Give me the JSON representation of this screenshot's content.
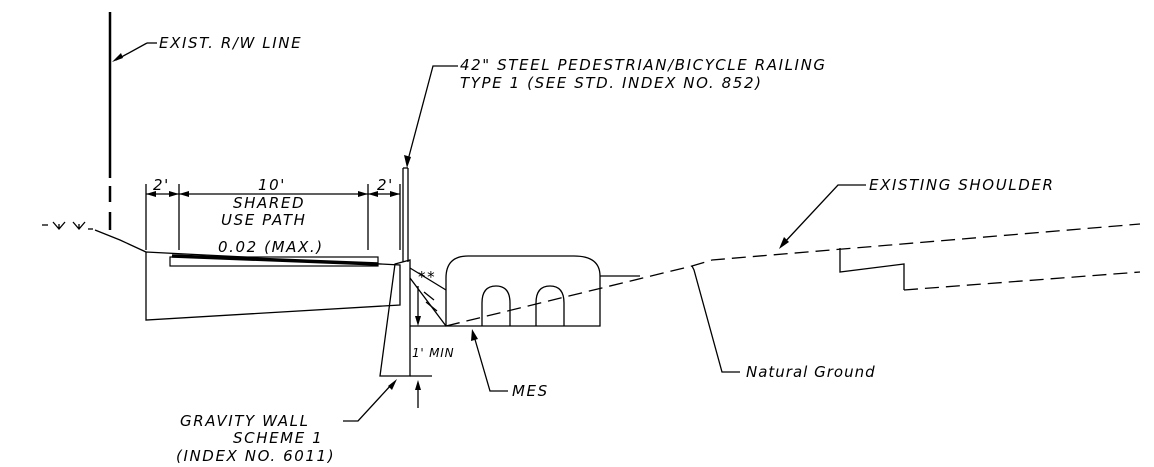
{
  "labels": {
    "exist_rw_line": "EXIST. R/W LINE",
    "railing_line1": "42\" STEEL PEDESTRIAN/BICYCLE RAILING",
    "railing_line2": "TYPE 1 (SEE STD. INDEX NO. 852)",
    "existing_shoulder": "EXISTING SHOULDER",
    "dim_left": "2'",
    "dim_path": "10'",
    "dim_right": "2'",
    "path_line1": "SHARED",
    "path_line2": "USE PATH",
    "slope": "0.02 (MAX.)",
    "double_star": "**",
    "min_clearance": "1' MIN",
    "mes": "MES",
    "natural_ground": "Natural Ground",
    "wall_line1": "GRAVITY WALL",
    "wall_line2": "SCHEME 1",
    "wall_line3": "(INDEX NO. 6011)"
  }
}
